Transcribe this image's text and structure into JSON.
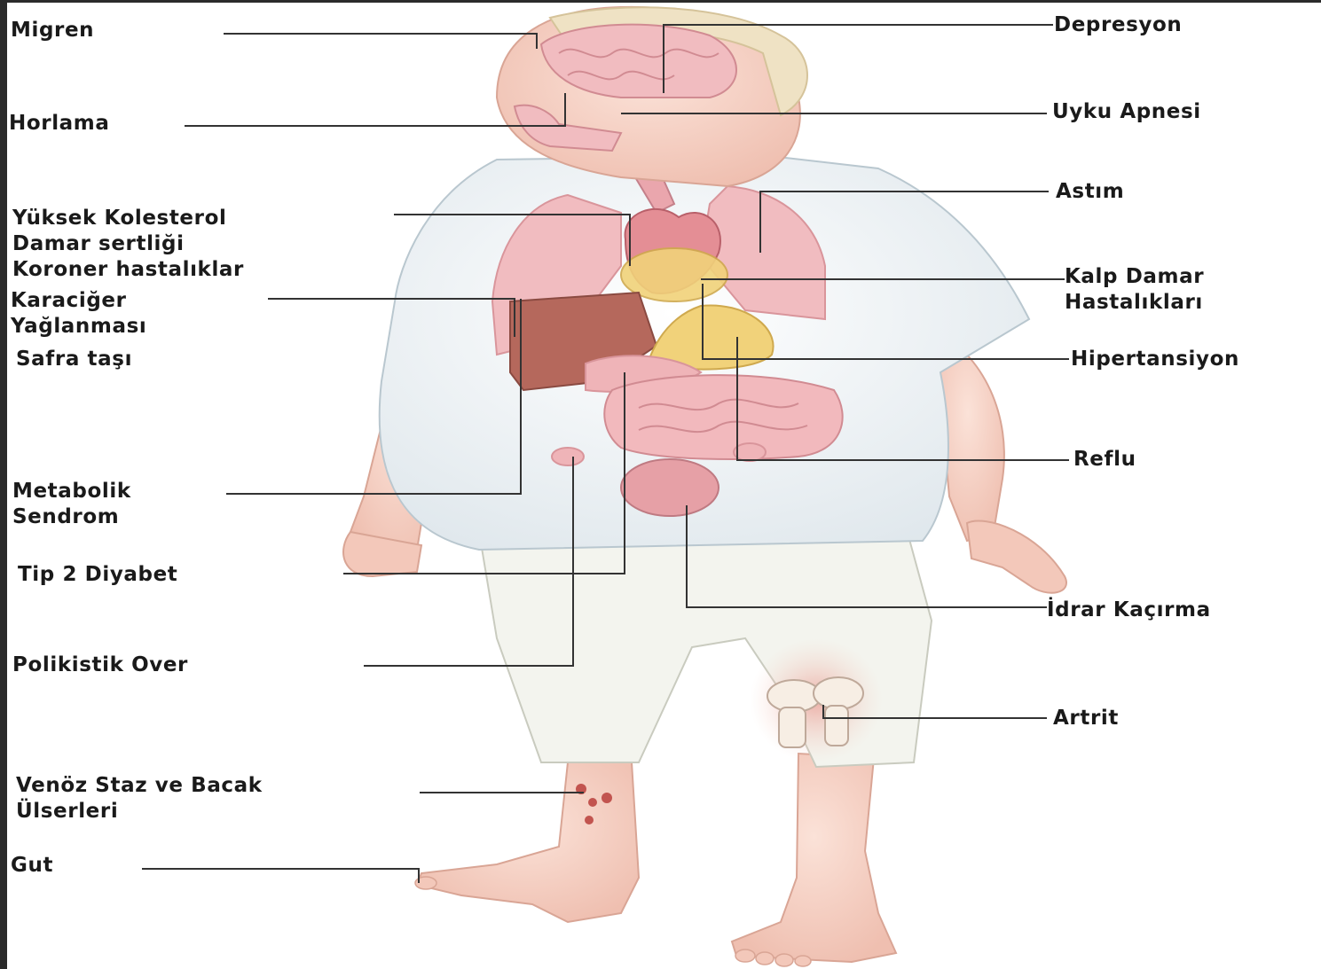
{
  "diagram": {
    "left_labels": {
      "migren": "Migren",
      "horlama": "Horlama",
      "kolesterol": [
        "Yüksek Kolesterol",
        "Damar sertliği",
        "Koroner hastalıklar"
      ],
      "karaciger": [
        "Karaciğer",
        "Yağlanması"
      ],
      "safra": "Safra taşı",
      "metabolik": [
        "Metabolik",
        "Sendrom"
      ],
      "diyabet": "Tip 2 Diyabet",
      "polikistik": "Polikistik Over",
      "venoz": [
        "Venöz Staz ve Bacak",
        "Ülserleri"
      ],
      "gut": "Gut"
    },
    "right_labels": {
      "depresyon": "Depresyon",
      "uyku": "Uyku Apnesi",
      "astim": "Astım",
      "kalp": [
        "Kalp Damar",
        "Hastalıkları"
      ],
      "hipertansiyon": "Hipertansiyon",
      "reflu": "Reflu",
      "idrar": "İdrar Kaçırma",
      "artrit": "Artrit"
    }
  },
  "colors": {
    "skin": "#f6d3c6",
    "shirt": "#eef3f6",
    "pants": "#f2f3ee",
    "hair": "#efe2c4",
    "organ_pink": "#efb4b8",
    "liver": "#b5685c",
    "fat_yellow": "#f1d27a",
    "leader_line": "#333333"
  }
}
